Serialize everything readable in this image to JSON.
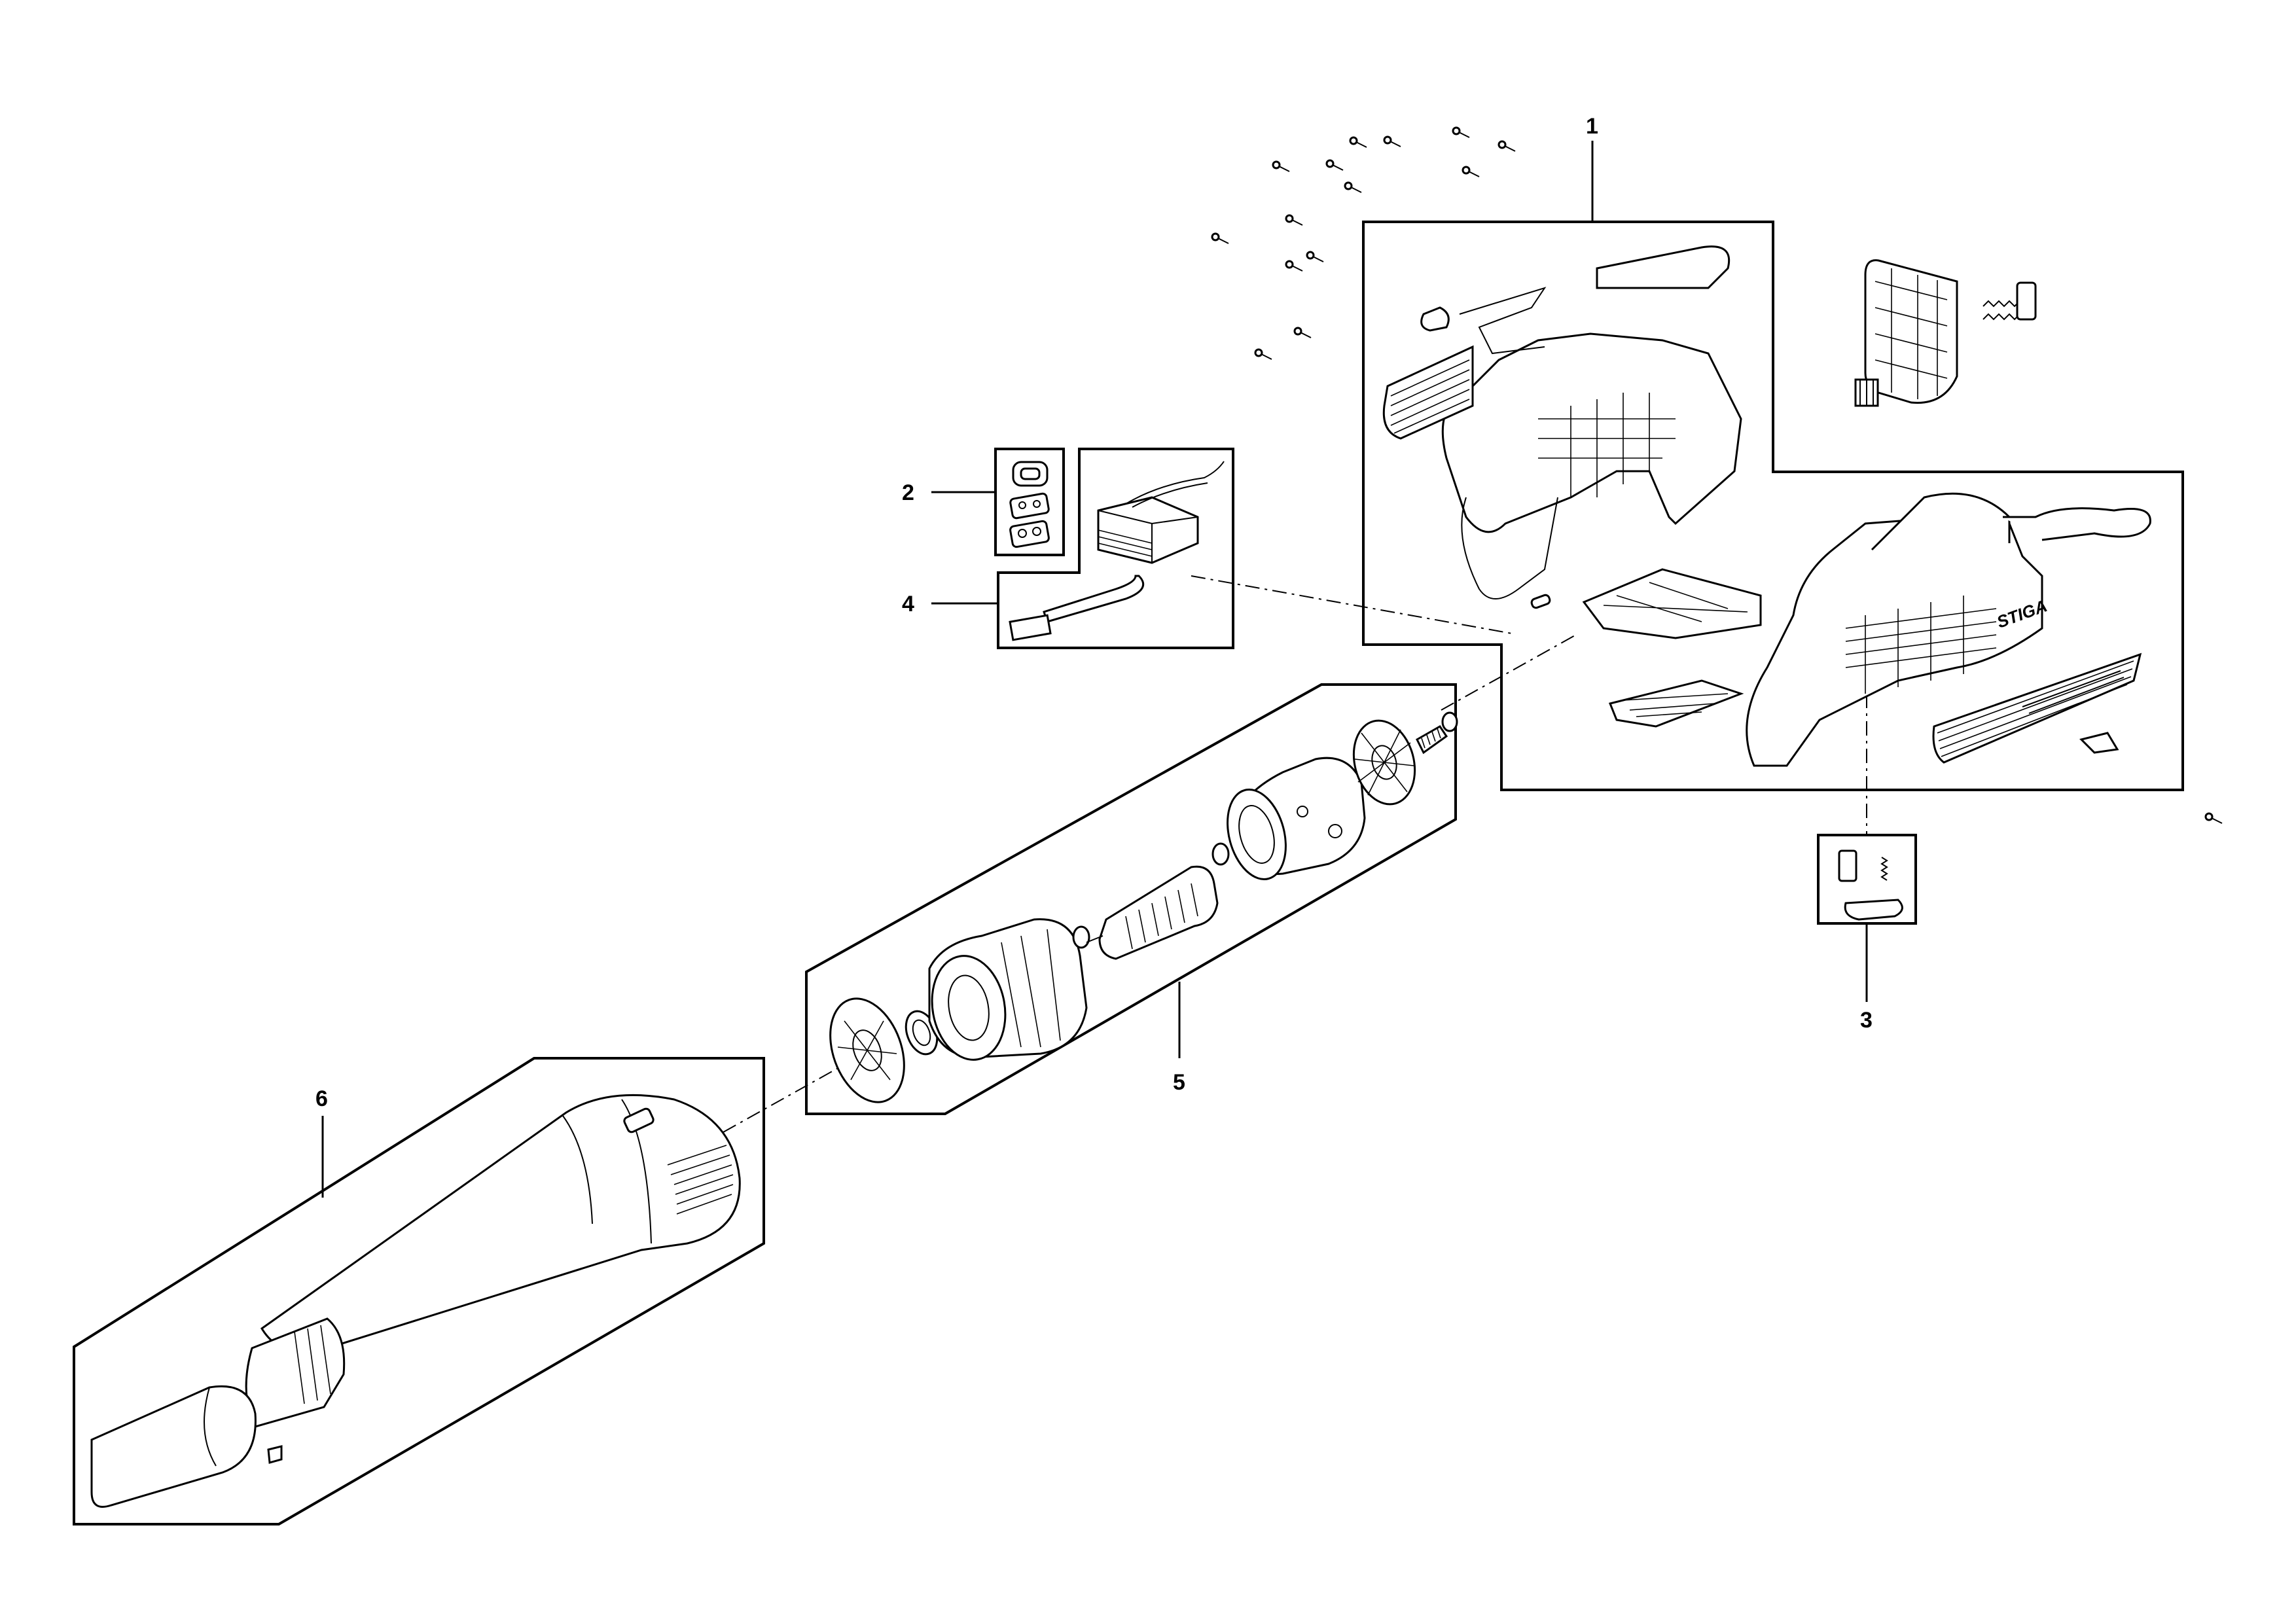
{
  "callouts": [
    {
      "id": "callout-1",
      "label": "1"
    },
    {
      "id": "callout-2",
      "label": "2"
    },
    {
      "id": "callout-3",
      "label": "3"
    },
    {
      "id": "callout-4",
      "label": "4"
    },
    {
      "id": "callout-5",
      "label": "5"
    },
    {
      "id": "callout-6",
      "label": "6"
    }
  ],
  "brand_marking": "STIGA",
  "colors": {
    "line": "#000000",
    "background": "#ffffff"
  }
}
